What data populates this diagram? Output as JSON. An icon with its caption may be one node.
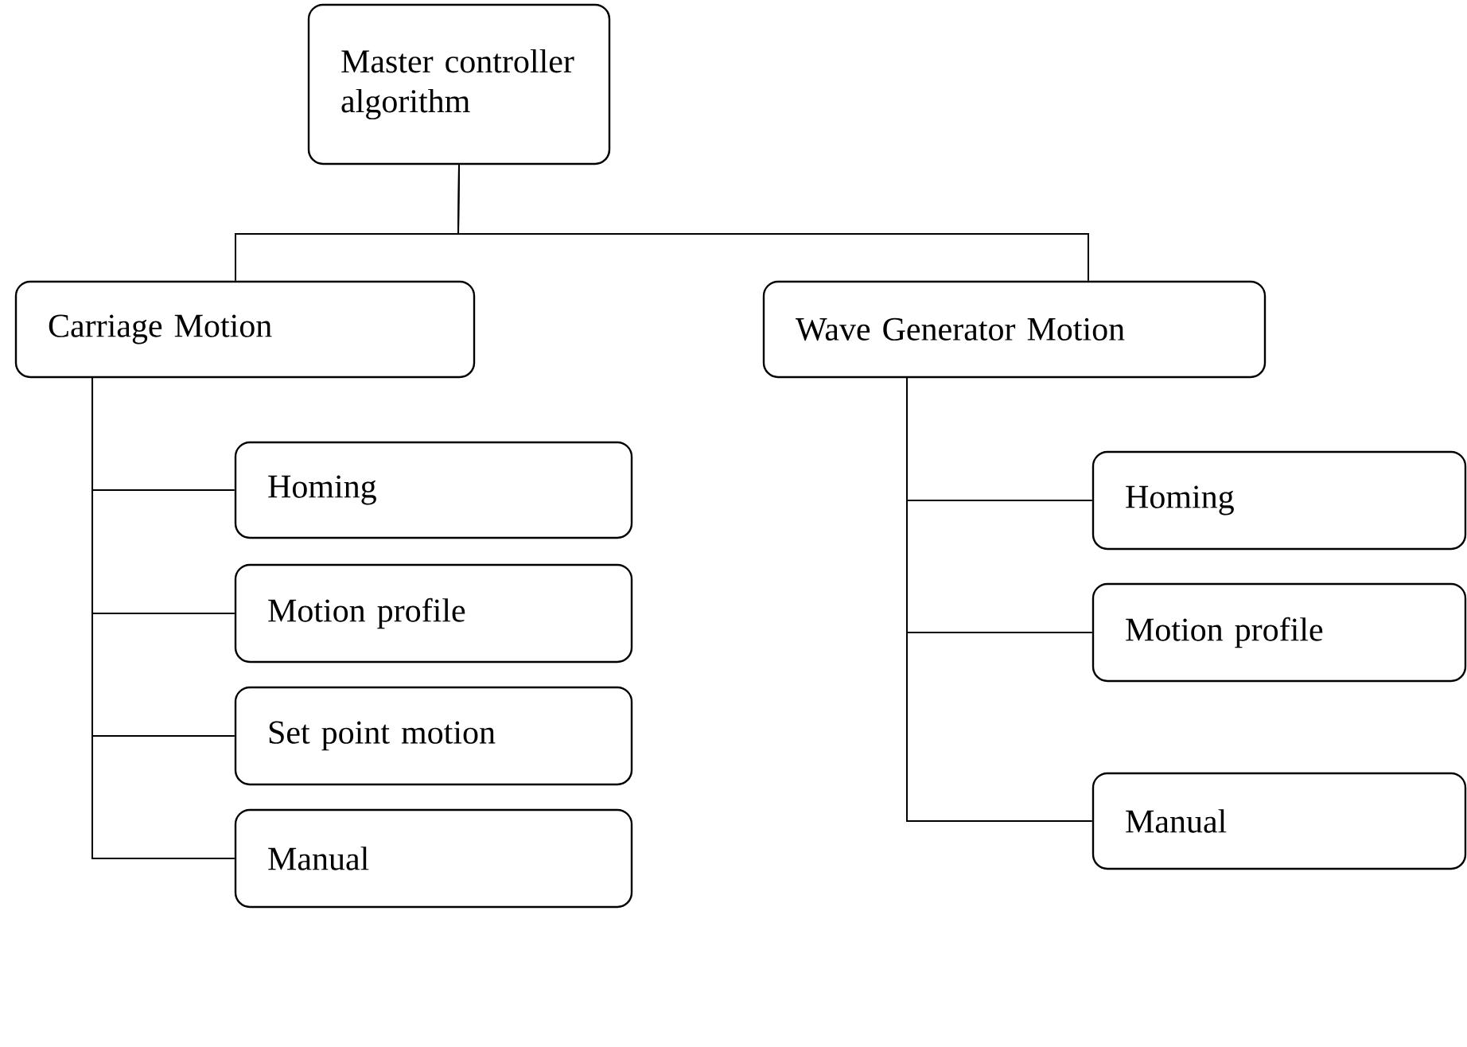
{
  "diagram": {
    "nodes": [
      {
        "text": [
          "Master controller algorithm"
        ]
      },
      {
        "text": [
          "Carriage Motion"
        ]
      },
      {
        "text": [
          "Wave Generator Motion"
        ]
      },
      {
        "text": [
          "Homing"
        ]
      },
      {
        "text": [
          "Motion profile"
        ]
      },
      {
        "text": [
          "Set point motion"
        ]
      },
      {
        "text": [
          "Manual"
        ]
      },
      {
        "text": [
          "Homing"
        ]
      },
      {
        "text": [
          "Motion profile"
        ]
      },
      {
        "text": [
          "Manual"
        ]
      }
    ],
    "edges": [
      {
        "from": 0,
        "to": 1,
        "arrow": "none"
      },
      {
        "from": 0,
        "to": 2,
        "arrow": "none"
      },
      {
        "from": 1,
        "to": 3,
        "arrow": "none"
      },
      {
        "from": 1,
        "to": 4,
        "arrow": "none"
      },
      {
        "from": 1,
        "to": 5,
        "arrow": "none"
      },
      {
        "from": 1,
        "to": 6,
        "arrow": "none"
      },
      {
        "from": 2,
        "to": 7,
        "arrow": "none"
      },
      {
        "from": 2,
        "to": 8,
        "arrow": "none"
      },
      {
        "from": 2,
        "to": 9,
        "arrow": "none"
      }
    ]
  }
}
